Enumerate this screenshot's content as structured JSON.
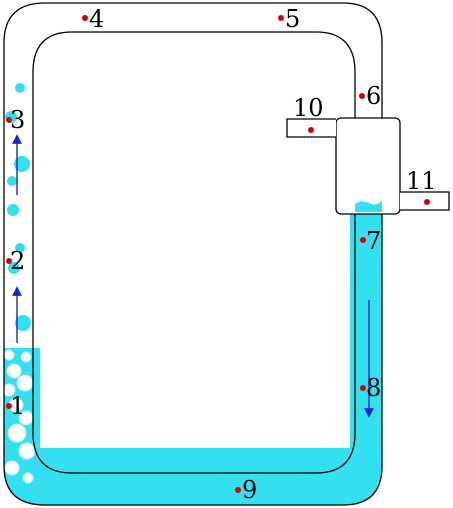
{
  "colors": {
    "liquid": "#33e0ef",
    "bubble_fill": "#ffffff",
    "bubble_stroke": "#b8f2f8",
    "point": "#d10000",
    "arrow": "#1526d6",
    "outline": "#000000"
  },
  "labels": {
    "p1": "1",
    "p2": "2",
    "p3": "3",
    "p4": "4",
    "p5": "5",
    "p6": "6",
    "p7": "7",
    "p8": "8",
    "p9": "9",
    "p10": "10",
    "p11": "11"
  }
}
